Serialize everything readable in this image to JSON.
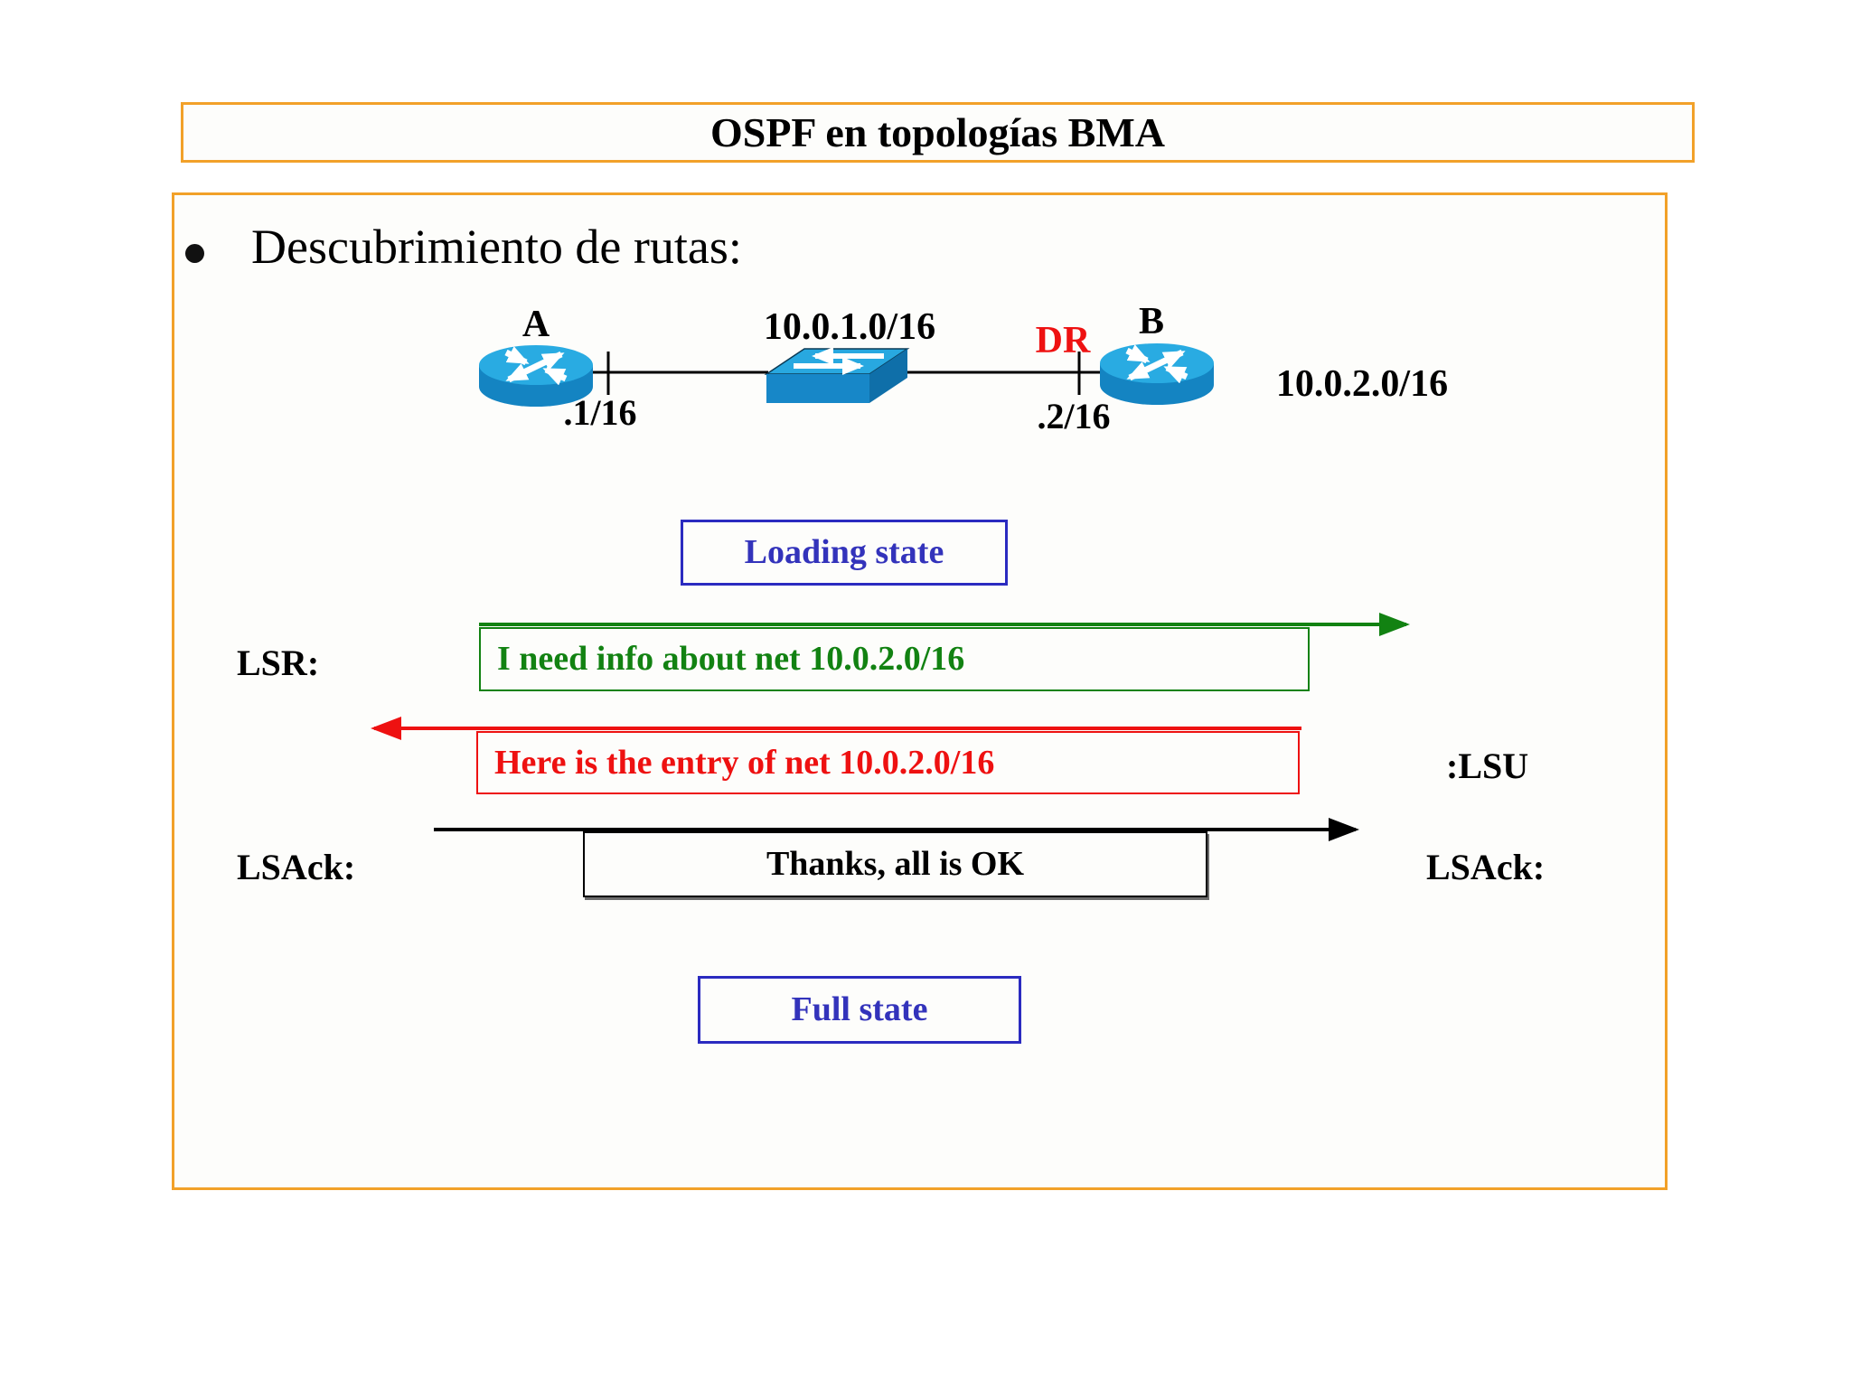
{
  "title": "OSPF en topologías BMA",
  "bullet": "Descubrimiento de rutas:",
  "topology": {
    "router_a": "A",
    "router_b": "B",
    "dr": "DR",
    "net_segment": "10.0.1.0/16",
    "net_remote": "10.0.2.0/16",
    "if_a": ".1/16",
    "if_b": ".2/16"
  },
  "states": {
    "loading": "Loading state",
    "full": "Full state"
  },
  "messages": {
    "lsr_label": "LSR:",
    "lsr_text": "I need info about net 10.0.2.0/16",
    "lsu_text": "Here is the entry of net 10.0.2.0/16",
    "lsu_label": ":LSU",
    "lsack_label_left": "LSAck:",
    "lsack_text": "Thanks, all is OK",
    "lsack_label_right": "LSAck:"
  },
  "colors": {
    "accent_orange": "#F2A129",
    "state_blue": "#2B2BC0",
    "lsr_green": "#128212",
    "lsu_red": "#EE1111",
    "router_blue_light": "#29ABE2",
    "router_blue_dark": "#1484C2",
    "switch_blue_top": "#28A8E0",
    "switch_blue_front": "#1787C8",
    "switch_blue_side": "#0F6FA9"
  }
}
